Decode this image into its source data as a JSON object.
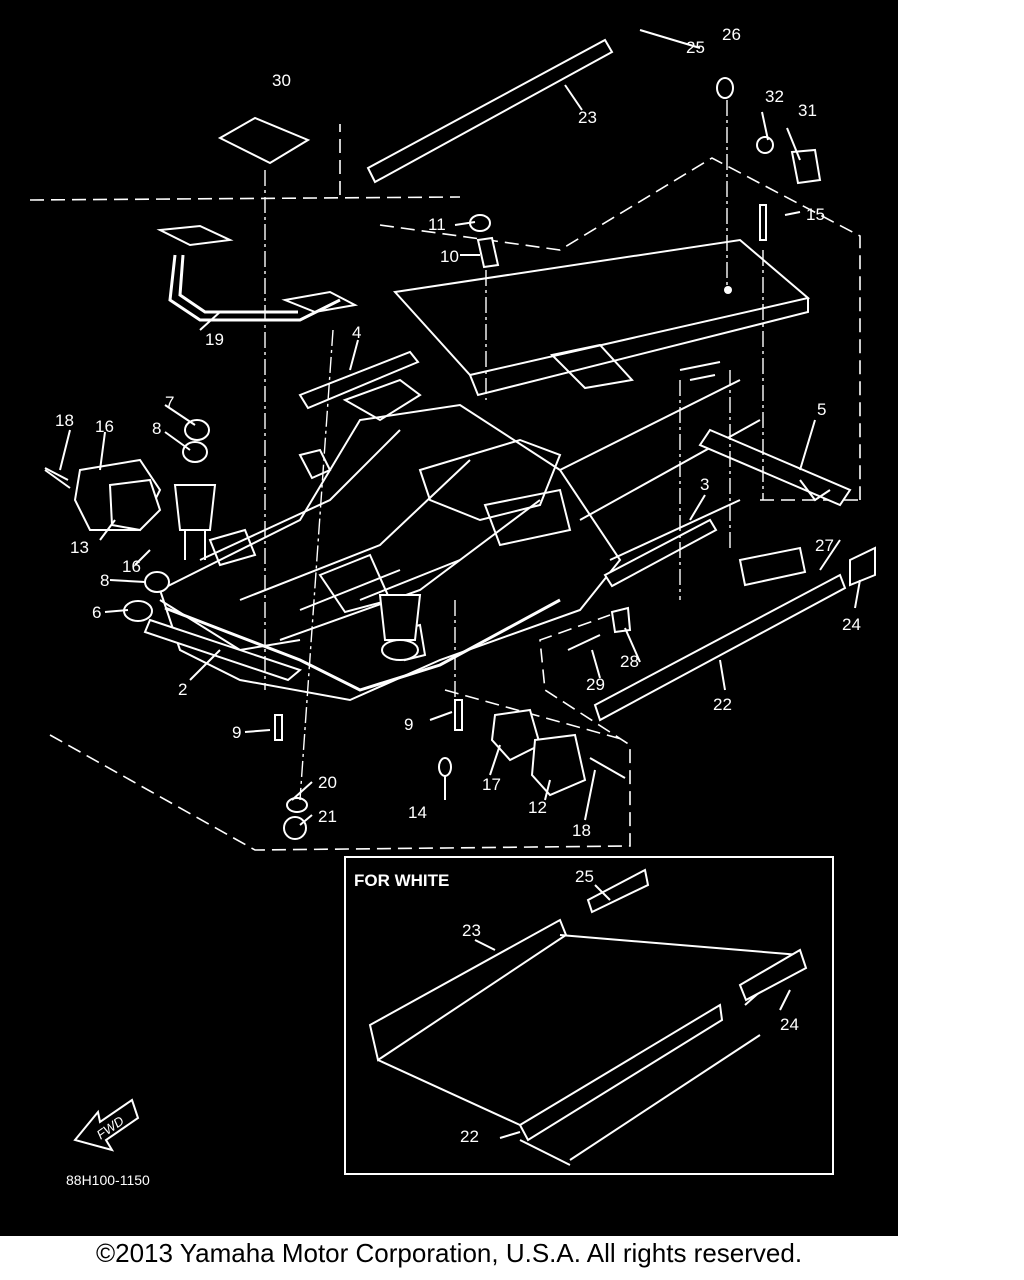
{
  "diagram": {
    "callouts": [
      "2",
      "3",
      "4",
      "5",
      "6",
      "7",
      "8",
      "8",
      "9",
      "9",
      "10",
      "11",
      "12",
      "13",
      "14",
      "15",
      "16",
      "16",
      "17",
      "18",
      "18",
      "19",
      "20",
      "21",
      "22",
      "23",
      "24",
      "25",
      "26",
      "27",
      "28",
      "29",
      "30",
      "31",
      "32"
    ],
    "inset": {
      "title": "FOR WHITE",
      "callouts": [
        "22",
        "23",
        "24",
        "25"
      ]
    },
    "part_code": "88H100-1150",
    "fwd_label": "FWD"
  },
  "footer": {
    "copyright": "©2013 Yamaha Motor Corporation, U.S.A. All rights reserved."
  },
  "colors": {
    "panel_background": "#000000",
    "line_art": "#ffffff",
    "page_background": "#ffffff",
    "footer_text": "#000000"
  }
}
